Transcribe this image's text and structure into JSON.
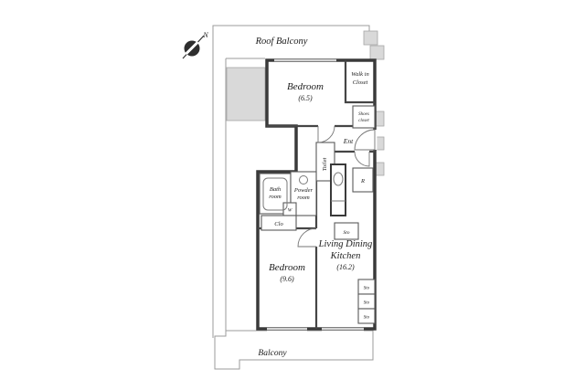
{
  "meta": {
    "type": "apartment-floor-plan"
  },
  "colors": {
    "wall": "#3a3a3a",
    "thin_line": "#9b9b9b",
    "gray_fill": "#d9d9d9",
    "text": "#1c1c1c"
  },
  "labels": {
    "north": "N",
    "roof_balcony": "Roof Balcony",
    "balcony": "Balcony",
    "bedroom1": "Bedroom",
    "bedroom1_size": "(6.5)",
    "bedroom2": "Bedroom",
    "bedroom2_size": "(9.6)",
    "ldk_line1": "Living Dining",
    "ldk_line2": "Kitchen",
    "ldk_size": "(16.2)",
    "wic_line1": "Walk in",
    "wic_line2": "Closet",
    "shoes_line1": "Shoes",
    "shoes_line2": "closet",
    "ent": "Ent",
    "toilet": "Toilet",
    "bath_line1": "Bath",
    "bath_line2": "room",
    "powder_line1": "Powder",
    "powder_line2": "room",
    "clo": "Clo",
    "washer": "W",
    "fridge": "R",
    "sto_kitchen": "Sto",
    "sto_right_1": "Sto",
    "sto_right_2": "Sto",
    "sto_right_3": "Sto"
  }
}
